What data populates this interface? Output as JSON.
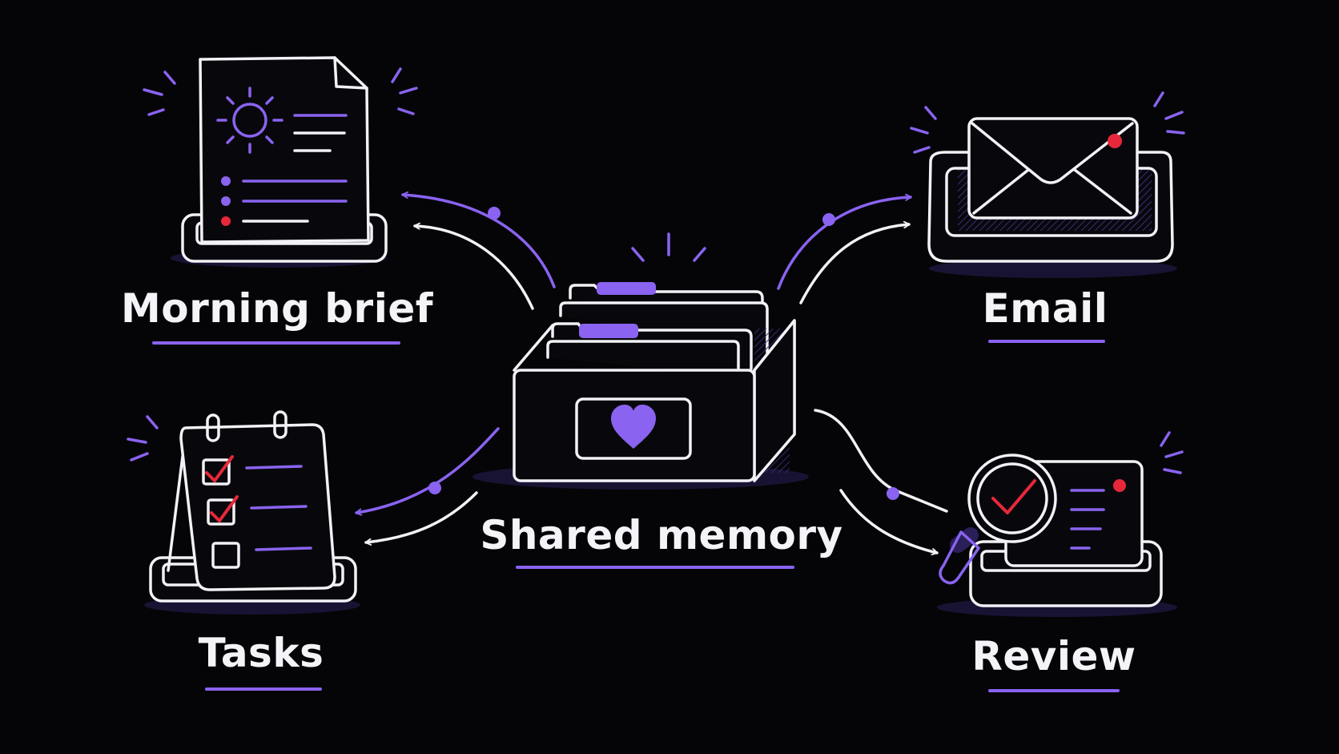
{
  "labels": {
    "morning_brief": "Morning brief",
    "email": "Email",
    "shared_memory": "Shared memory",
    "tasks": "Tasks",
    "review": "Review"
  },
  "icons": {
    "center": "card-file-box-icon",
    "morning_brief": "document-sun-icon",
    "email": "envelope-icon",
    "tasks": "checklist-calendar-icon",
    "review": "magnifier-check-icon",
    "heart": "heart-icon"
  },
  "colors": {
    "background": "#050508",
    "line": "#f2f2f6",
    "accent": "#8a63f0",
    "alert": "#e8283a"
  }
}
